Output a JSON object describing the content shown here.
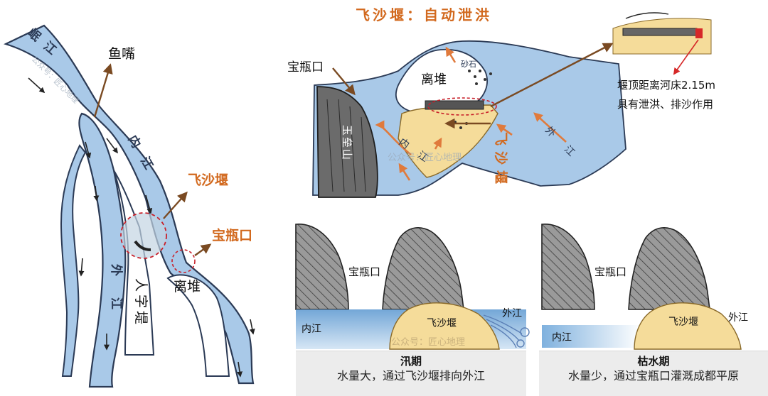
{
  "map": {
    "min_river": "岷江",
    "yuzui": "鱼嘴",
    "inner_river": "内江",
    "outer_river": "外江",
    "feishayan": "飞沙堰",
    "baopingkou": "宝瓶口",
    "lidui": "离堆",
    "renzidi": "人字堤"
  },
  "detail": {
    "title": "飞沙堰：自动泄洪",
    "baopingkou": "宝瓶口",
    "lidui": "离堆",
    "sand": "砂石",
    "yuleishan": "玉垒山",
    "inner_river": "内江",
    "outer_river": "外江",
    "feishayan": "飞沙堰",
    "note1": "堰顶距离河床2.15m",
    "note2": "具有泄洪、排沙作用"
  },
  "flood": {
    "baopingkou": "宝瓶口",
    "inner_river": "内江",
    "outer_river": "外江",
    "feishayan": "飞沙堰",
    "title": "汛期",
    "desc": "水量大，通过飞沙堰排向外江"
  },
  "dry": {
    "baopingkou": "宝瓶口",
    "inner_river": "内江",
    "outer_river": "外江",
    "feishayan": "飞沙堰",
    "title": "枯水期",
    "desc": "水量少，通过宝瓶口灌溉成都平原"
  },
  "watermark": "公众号：匠心地理",
  "colors": {
    "water": "#a9c9e8",
    "water_edge": "#2b3a55",
    "accent": "#d2691e",
    "arrow_brown": "#7a4a22",
    "sand": "#f5dc9a",
    "rock": "#8a8a8a",
    "red_dash": "#c8202a"
  }
}
